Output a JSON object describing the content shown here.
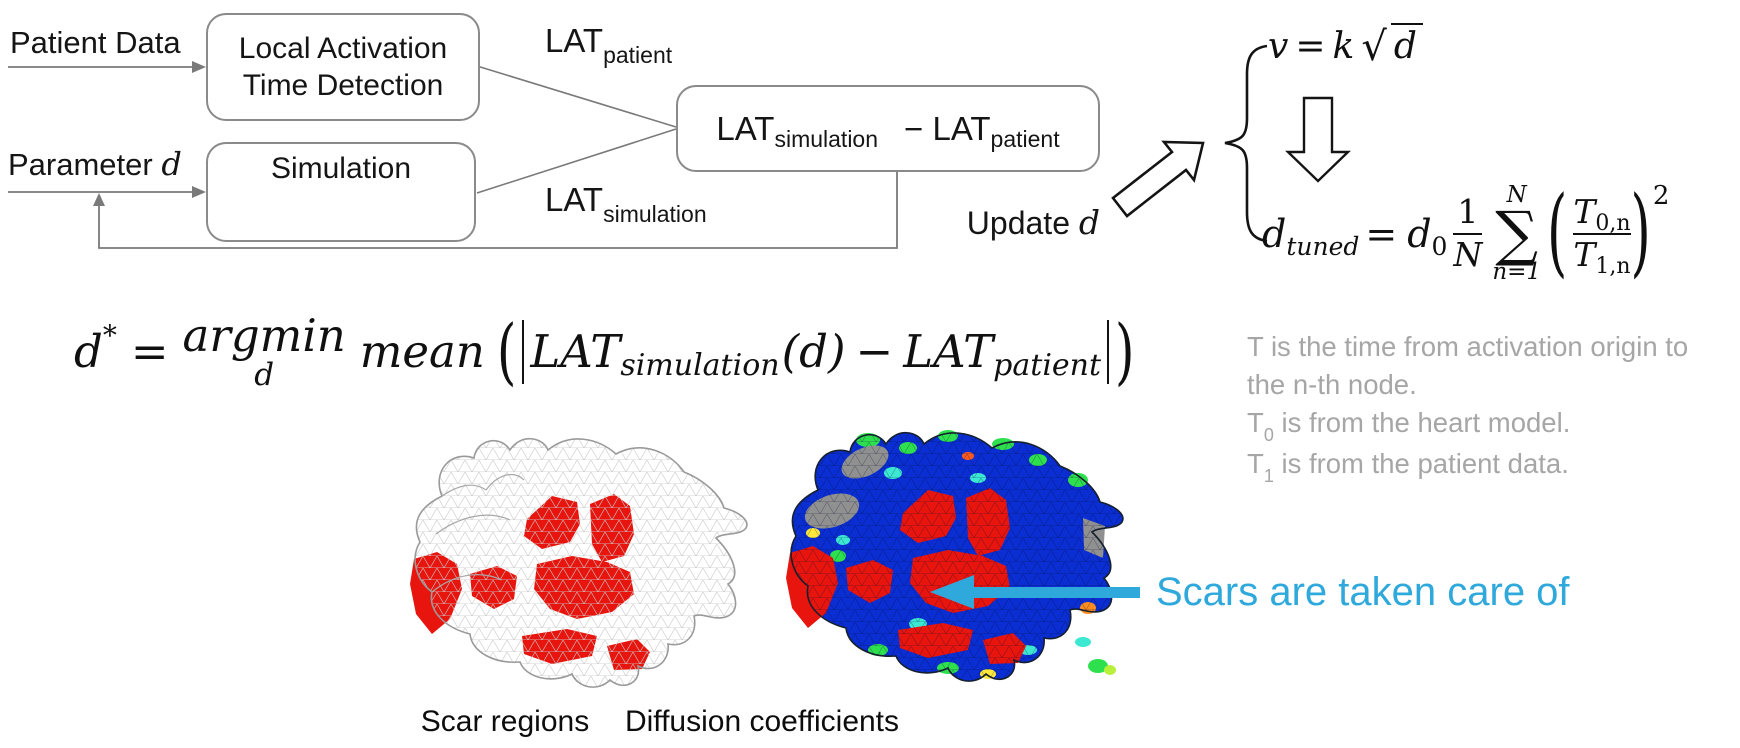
{
  "flowchart": {
    "patient_data": "Patient Data",
    "parameter": {
      "prefix": "Parameter ",
      "symbol": "d"
    },
    "detection_box": {
      "line1": "Local Activation",
      "line2": "Time Detection"
    },
    "simulation_box": {
      "label": "Simulation"
    },
    "lat_patient": {
      "base": "LAT",
      "sub": "patient"
    },
    "lat_simulation": {
      "base": "LAT",
      "sub": "simulation"
    },
    "diff_box": {
      "lhs": "LAT",
      "lhs_sub": "simulation",
      "op": "−",
      "rhs": "LAT",
      "rhs_sub": "patient"
    },
    "update": {
      "prefix": "Update ",
      "symbol": "d"
    }
  },
  "equations": {
    "velocity": {
      "lhs": "v",
      "eq": "=",
      "coef": "k",
      "radical": "√",
      "radicand": "d"
    },
    "tuned": {
      "lhs": "d",
      "lhs_sub": "tuned",
      "eq": "=",
      "d0": "d",
      "d0_sub": "0",
      "frac_num": "1",
      "frac_den": "N",
      "sum_top": "N",
      "sum_sigma": "∑",
      "sum_bottom": "n=1",
      "paren_open": "(",
      "t_num": "T",
      "t_num_sub": "0,n",
      "t_den": "T",
      "t_den_sub": "1,n",
      "paren_close": ")",
      "exponent": "2"
    },
    "argmin": {
      "lhs": "d",
      "lhs_sup": "*",
      "eq": "=",
      "operator": "argmin",
      "operator_sub": "d",
      "mean": "mean",
      "paren_open": "(",
      "lat1": "LAT",
      "lat1_sub": "simulation",
      "arg": "(d)",
      "minus": "−",
      "lat2": "LAT",
      "lat2_sub": "patient",
      "paren_close": ")"
    }
  },
  "notes": {
    "line1": "T is the time from activation origin to",
    "line2": "the n-th node.",
    "line3": {
      "base": "T",
      "sub": "0",
      "rest": " is from the heart model."
    },
    "line4": {
      "base": "T",
      "sub": "1",
      "rest": " is from the patient data."
    }
  },
  "annotation": {
    "label": "Scars are taken care of"
  },
  "captions": {
    "left": "Scar regions",
    "right": "Diffusion coefficients"
  },
  "colors": {
    "annotation_cyan": "#2fa8dc",
    "notes_gray": "#a6a6a6",
    "scar_red": "#e8150e",
    "mesh_blue": "#0a2ed2",
    "box_border": "#8a8a8a",
    "connector_gray": "#7a7a7a"
  }
}
